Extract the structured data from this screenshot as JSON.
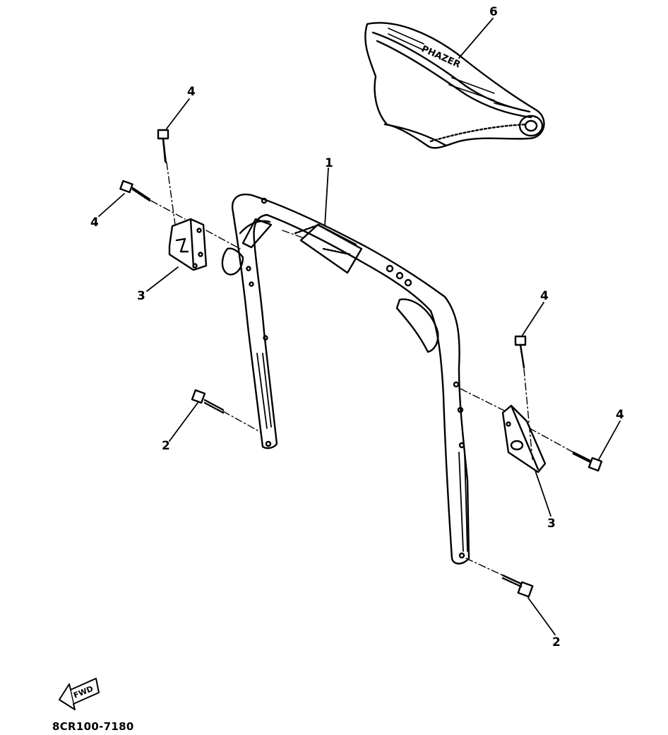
{
  "diagram_code": "8CR100-7180",
  "fwd_label": "FWD",
  "seat_brand": "PHAZER",
  "callouts": {
    "c1": "1",
    "c2a": "2",
    "c2b": "2",
    "c3a": "3",
    "c3b": "3",
    "c4a": "4",
    "c4b": "4",
    "c4c": "4",
    "c4d": "4",
    "c6": "6"
  }
}
